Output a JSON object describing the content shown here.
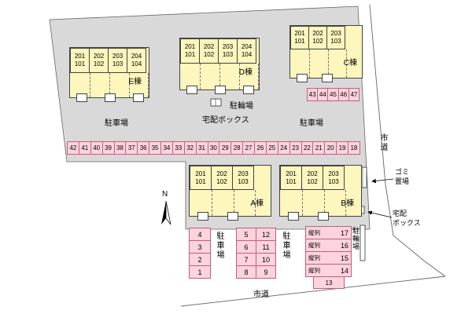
{
  "site": {
    "compass": "N",
    "labels": {
      "parking_top_left": "駐車場",
      "bike_top": "駐輪場",
      "delivery_top": "宅配ボックス",
      "parking_top_right": "駐車場",
      "road_right": "市道",
      "garbage_right": "ゴミ\n置場",
      "delivery_right": "宅配\nボックス",
      "parking_lower_left": "駐車場",
      "parking_lower_mid": "駐車場",
      "bike_lower": "駐輪場",
      "road_bottom": "市道"
    },
    "buildings": {
      "E": {
        "label": "E棟",
        "units": [
          "201\n101",
          "202\n102",
          "203\n103",
          "204\n104"
        ]
      },
      "D": {
        "label": "D棟",
        "units": [
          "201\n101",
          "202\n102",
          "203\n103",
          "204\n104"
        ]
      },
      "C": {
        "label": "C棟",
        "units": [
          "201\n101",
          "202\n102",
          "203\n103"
        ]
      },
      "A": {
        "label": "A棟",
        "units": [
          "201\n101",
          "202\n102",
          "203\n103"
        ]
      },
      "B": {
        "label": "B棟",
        "units": [
          "201\n101",
          "202\n102",
          "203\n103"
        ]
      }
    },
    "parking": {
      "row_upper": [
        "43",
        "44",
        "45",
        "46",
        "47"
      ],
      "row_main": [
        "42",
        "41",
        "40",
        "39",
        "38",
        "37",
        "36",
        "35",
        "34",
        "33",
        "32",
        "31",
        "30",
        "29",
        "28",
        "27",
        "26",
        "25",
        "24",
        "23",
        "22",
        "21",
        "20",
        "19",
        "18"
      ],
      "col_left": [
        "4",
        "3",
        "2",
        "1"
      ],
      "col_mid_left": [
        "5",
        "6",
        "7",
        "8"
      ],
      "col_mid_right": [
        "12",
        "11",
        "10",
        "9"
      ],
      "tandem": [
        {
          "label": "縦列",
          "num": "17"
        },
        {
          "label": "縦列",
          "num": "16"
        },
        {
          "label": "縦列",
          "num": "15"
        },
        {
          "label": "縦列",
          "num": "14"
        }
      ],
      "single_13": "13"
    }
  }
}
